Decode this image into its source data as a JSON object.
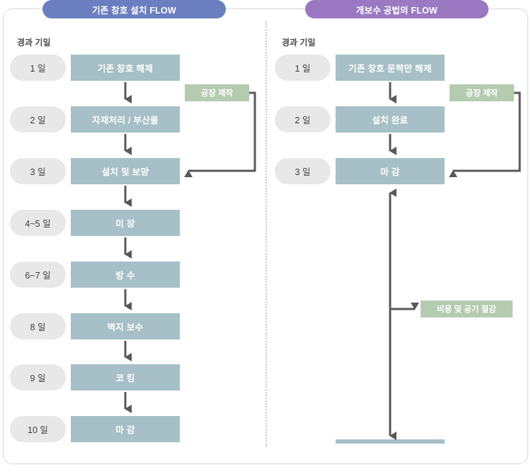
{
  "diagram": {
    "title_left": "기존 창호 설치 FLOW",
    "title_right": "개보수 공법의 FLOW",
    "caption_left": "경과 기일",
    "caption_right": "경과 기일",
    "colors": {
      "header_left": "#6b7fc0",
      "header_right": "#9a79c2",
      "step_box": "#a7bfc6",
      "day_pill": "#e8e8e8",
      "green_tag": "#b4cbb0",
      "arrow": "#595959",
      "divider": "#c9c6d8",
      "frame_border": "#d8d8dc"
    }
  },
  "left_flow": {
    "steps": [
      {
        "day": "1 일",
        "label": "기존 창호 해제"
      },
      {
        "day": "2 일",
        "label": "자재처리 / 부산물"
      },
      {
        "day": "3 일",
        "label": "설치 및 보양"
      },
      {
        "day": "4~5 일",
        "label": "미      장"
      },
      {
        "day": "6~7 일",
        "label": "방      수"
      },
      {
        "day": "8 일",
        "label": "벽지 보수"
      },
      {
        "day": "9 일",
        "label": "코      킹"
      },
      {
        "day": "10 일",
        "label": "마      감"
      }
    ],
    "factory_tag": "공장 제작"
  },
  "right_flow": {
    "steps": [
      {
        "day": "1 일",
        "label": "기존 창호 문짝만 해제"
      },
      {
        "day": "2 일",
        "label": "설치 완료"
      },
      {
        "day": "3 일",
        "label": "마      감"
      }
    ],
    "factory_tag": "공장 제작",
    "savings_tag": "비용 및 공기 절감"
  }
}
